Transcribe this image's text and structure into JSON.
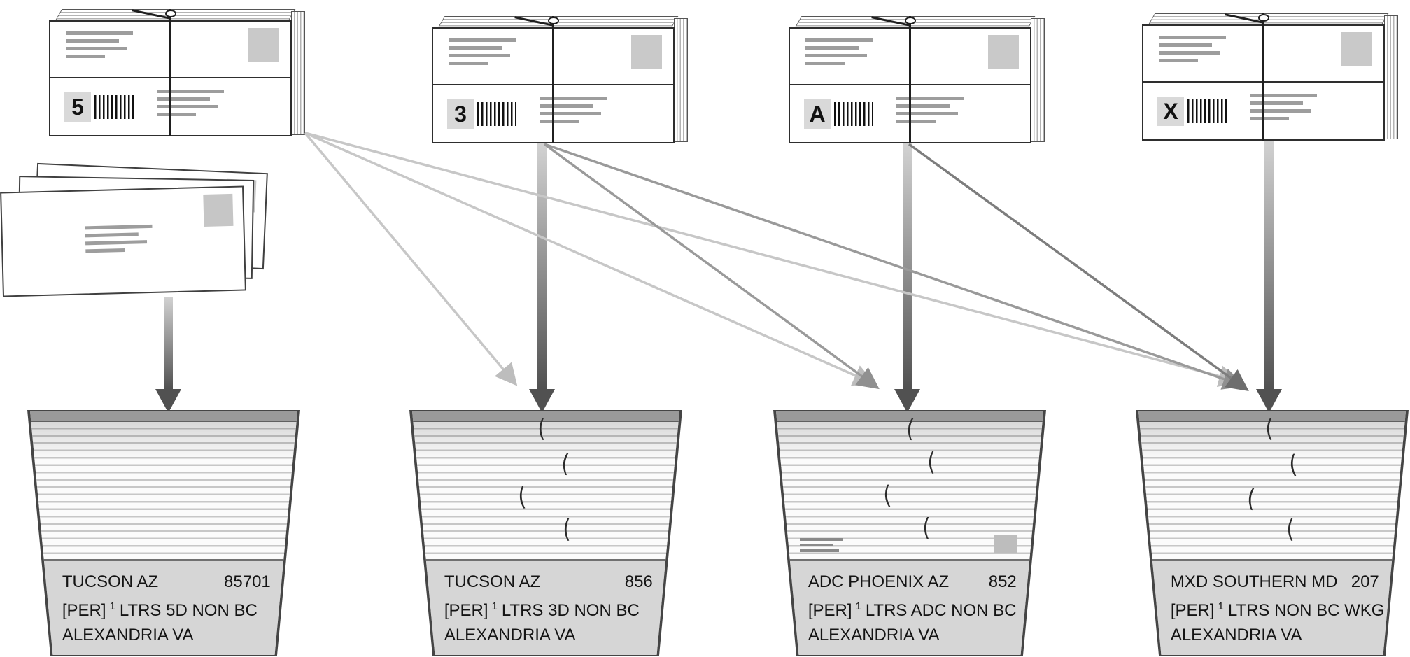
{
  "bundles": [
    {
      "label_char": "5"
    },
    {
      "label_char": "3"
    },
    {
      "label_char": "A"
    },
    {
      "label_char": "X"
    }
  ],
  "glyphs": {
    "tie": "("
  },
  "trays": [
    {
      "line1_left": "TUCSON AZ",
      "line1_right": "85701",
      "line2_prefix": "[PER]",
      "line2_sup": "1",
      "line2_rest": "LTRS 5D NON BC",
      "line3": "ALEXANDRIA VA"
    },
    {
      "line1_left": "TUCSON AZ",
      "line1_right": "856",
      "line2_prefix": "[PER]",
      "line2_sup": "1",
      "line2_rest": "LTRS 3D NON BC",
      "line3": "ALEXANDRIA VA"
    },
    {
      "line1_left": "ADC PHOENIX AZ",
      "line1_right": "852",
      "line2_prefix": "[PER]",
      "line2_sup": "1",
      "line2_rest": "LTRS ADC NON BC",
      "line3": "ALEXANDRIA VA"
    },
    {
      "line1_left": "MXD SOUTHERN MD",
      "line1_right": "207",
      "line2_prefix": "[PER]",
      "line2_sup": "1",
      "line2_rest": "LTRS NON BC WKG",
      "line3": "ALEXANDRIA VA"
    }
  ],
  "flows": [
    {
      "from": "loose-letters",
      "to": "tray-5digit"
    },
    {
      "from": "bundle-5",
      "to": "tray-3digit"
    },
    {
      "from": "bundle-5",
      "to": "tray-adc"
    },
    {
      "from": "bundle-5",
      "to": "tray-mixed"
    },
    {
      "from": "bundle-3",
      "to": "tray-3digit"
    },
    {
      "from": "bundle-3",
      "to": "tray-adc"
    },
    {
      "from": "bundle-3",
      "to": "tray-mixed"
    },
    {
      "from": "bundle-A",
      "to": "tray-adc"
    },
    {
      "from": "bundle-A",
      "to": "tray-mixed"
    },
    {
      "from": "bundle-X",
      "to": "tray-mixed"
    }
  ],
  "colors": {
    "arrow_gradient_top": "#d2d2d2",
    "arrow_gradient_bottom": "#515151",
    "arrow_light": "#c7c7c7",
    "arrow_mid": "#9a9a9a",
    "arrow_dark": "#7d7d7d",
    "tray_front": "#d6d6d6",
    "stamp": "#c9c9c9"
  }
}
